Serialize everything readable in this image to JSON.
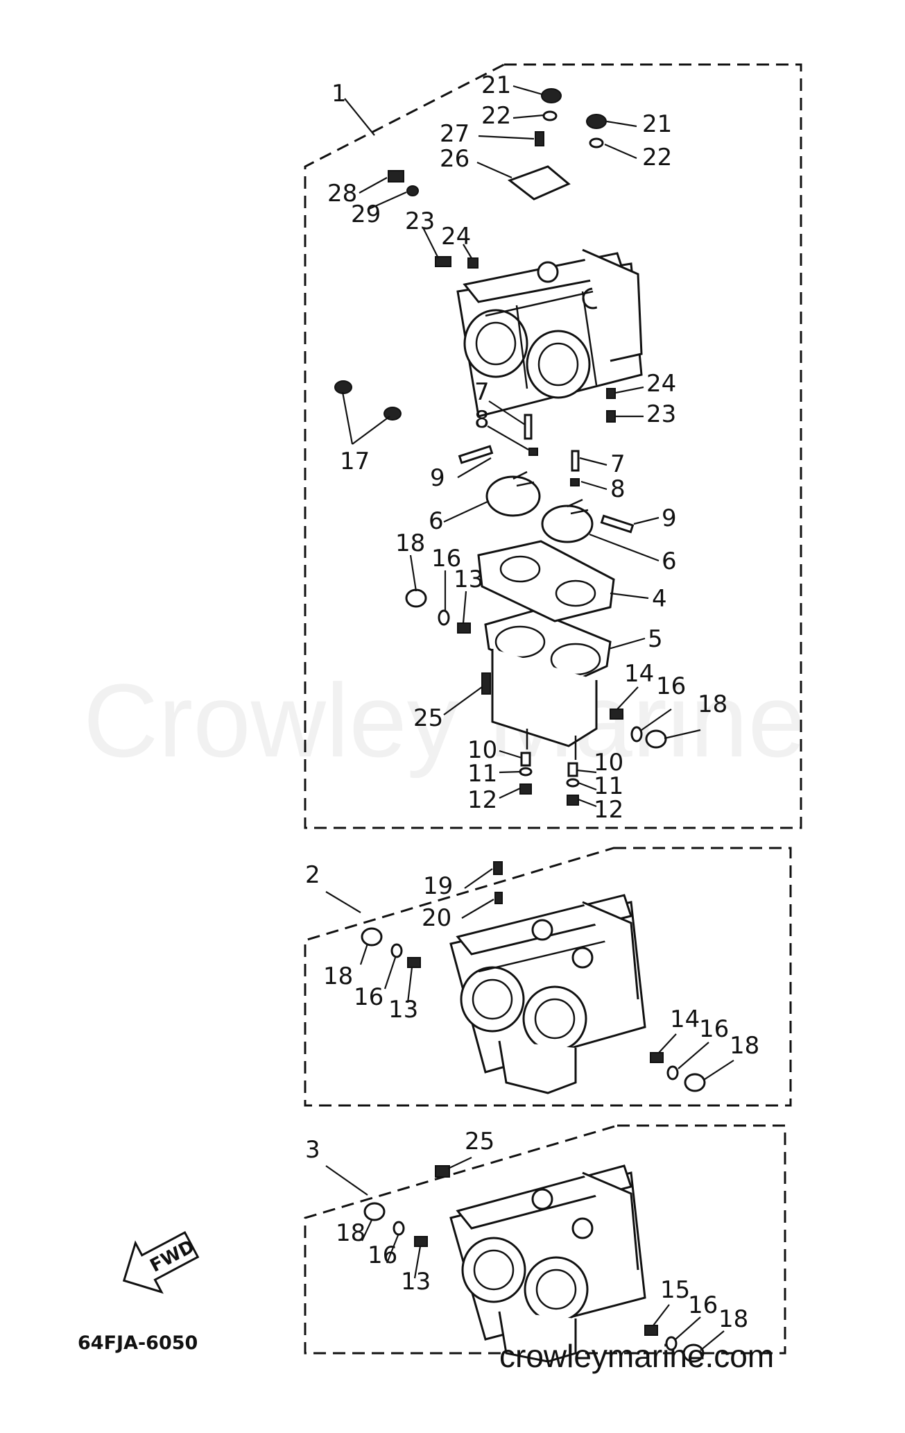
{
  "diagram_code": "64FJA-6050",
  "watermark": "Crowley Marine",
  "site_url": "crowleymarine.com",
  "fwd_label": "FWD",
  "callouts": {
    "a1": "1",
    "a2": "2",
    "a3": "3",
    "a4": "4",
    "a5": "5",
    "a6a": "6",
    "a6b": "6",
    "a7a": "7",
    "a7b": "7",
    "a8a": "8",
    "a8b": "8",
    "a9a": "9",
    "a9b": "9",
    "a10a": "10",
    "a10b": "10",
    "a11a": "11",
    "a11b": "11",
    "a12a": "12",
    "a12b": "12",
    "a13a": "13",
    "a13b": "13",
    "a13c": "13",
    "a14a": "14",
    "a14b": "14",
    "a15": "15",
    "a16a": "16",
    "a16b": "16",
    "a16c": "16",
    "a16d": "16",
    "a16e": "16",
    "a16f": "16",
    "a17": "17",
    "a18a": "18",
    "a18b": "18",
    "a18c": "18",
    "a18d": "18",
    "a18e": "18",
    "a18f": "18",
    "a19": "19",
    "a20": "20",
    "a21a": "21",
    "a21b": "21",
    "a22a": "22",
    "a22b": "22",
    "a23a": "23",
    "a23b": "23",
    "a24a": "24",
    "a24b": "24",
    "a25a": "25",
    "a25b": "25",
    "a26": "26",
    "a27": "27",
    "a28": "28",
    "a29": "29"
  }
}
